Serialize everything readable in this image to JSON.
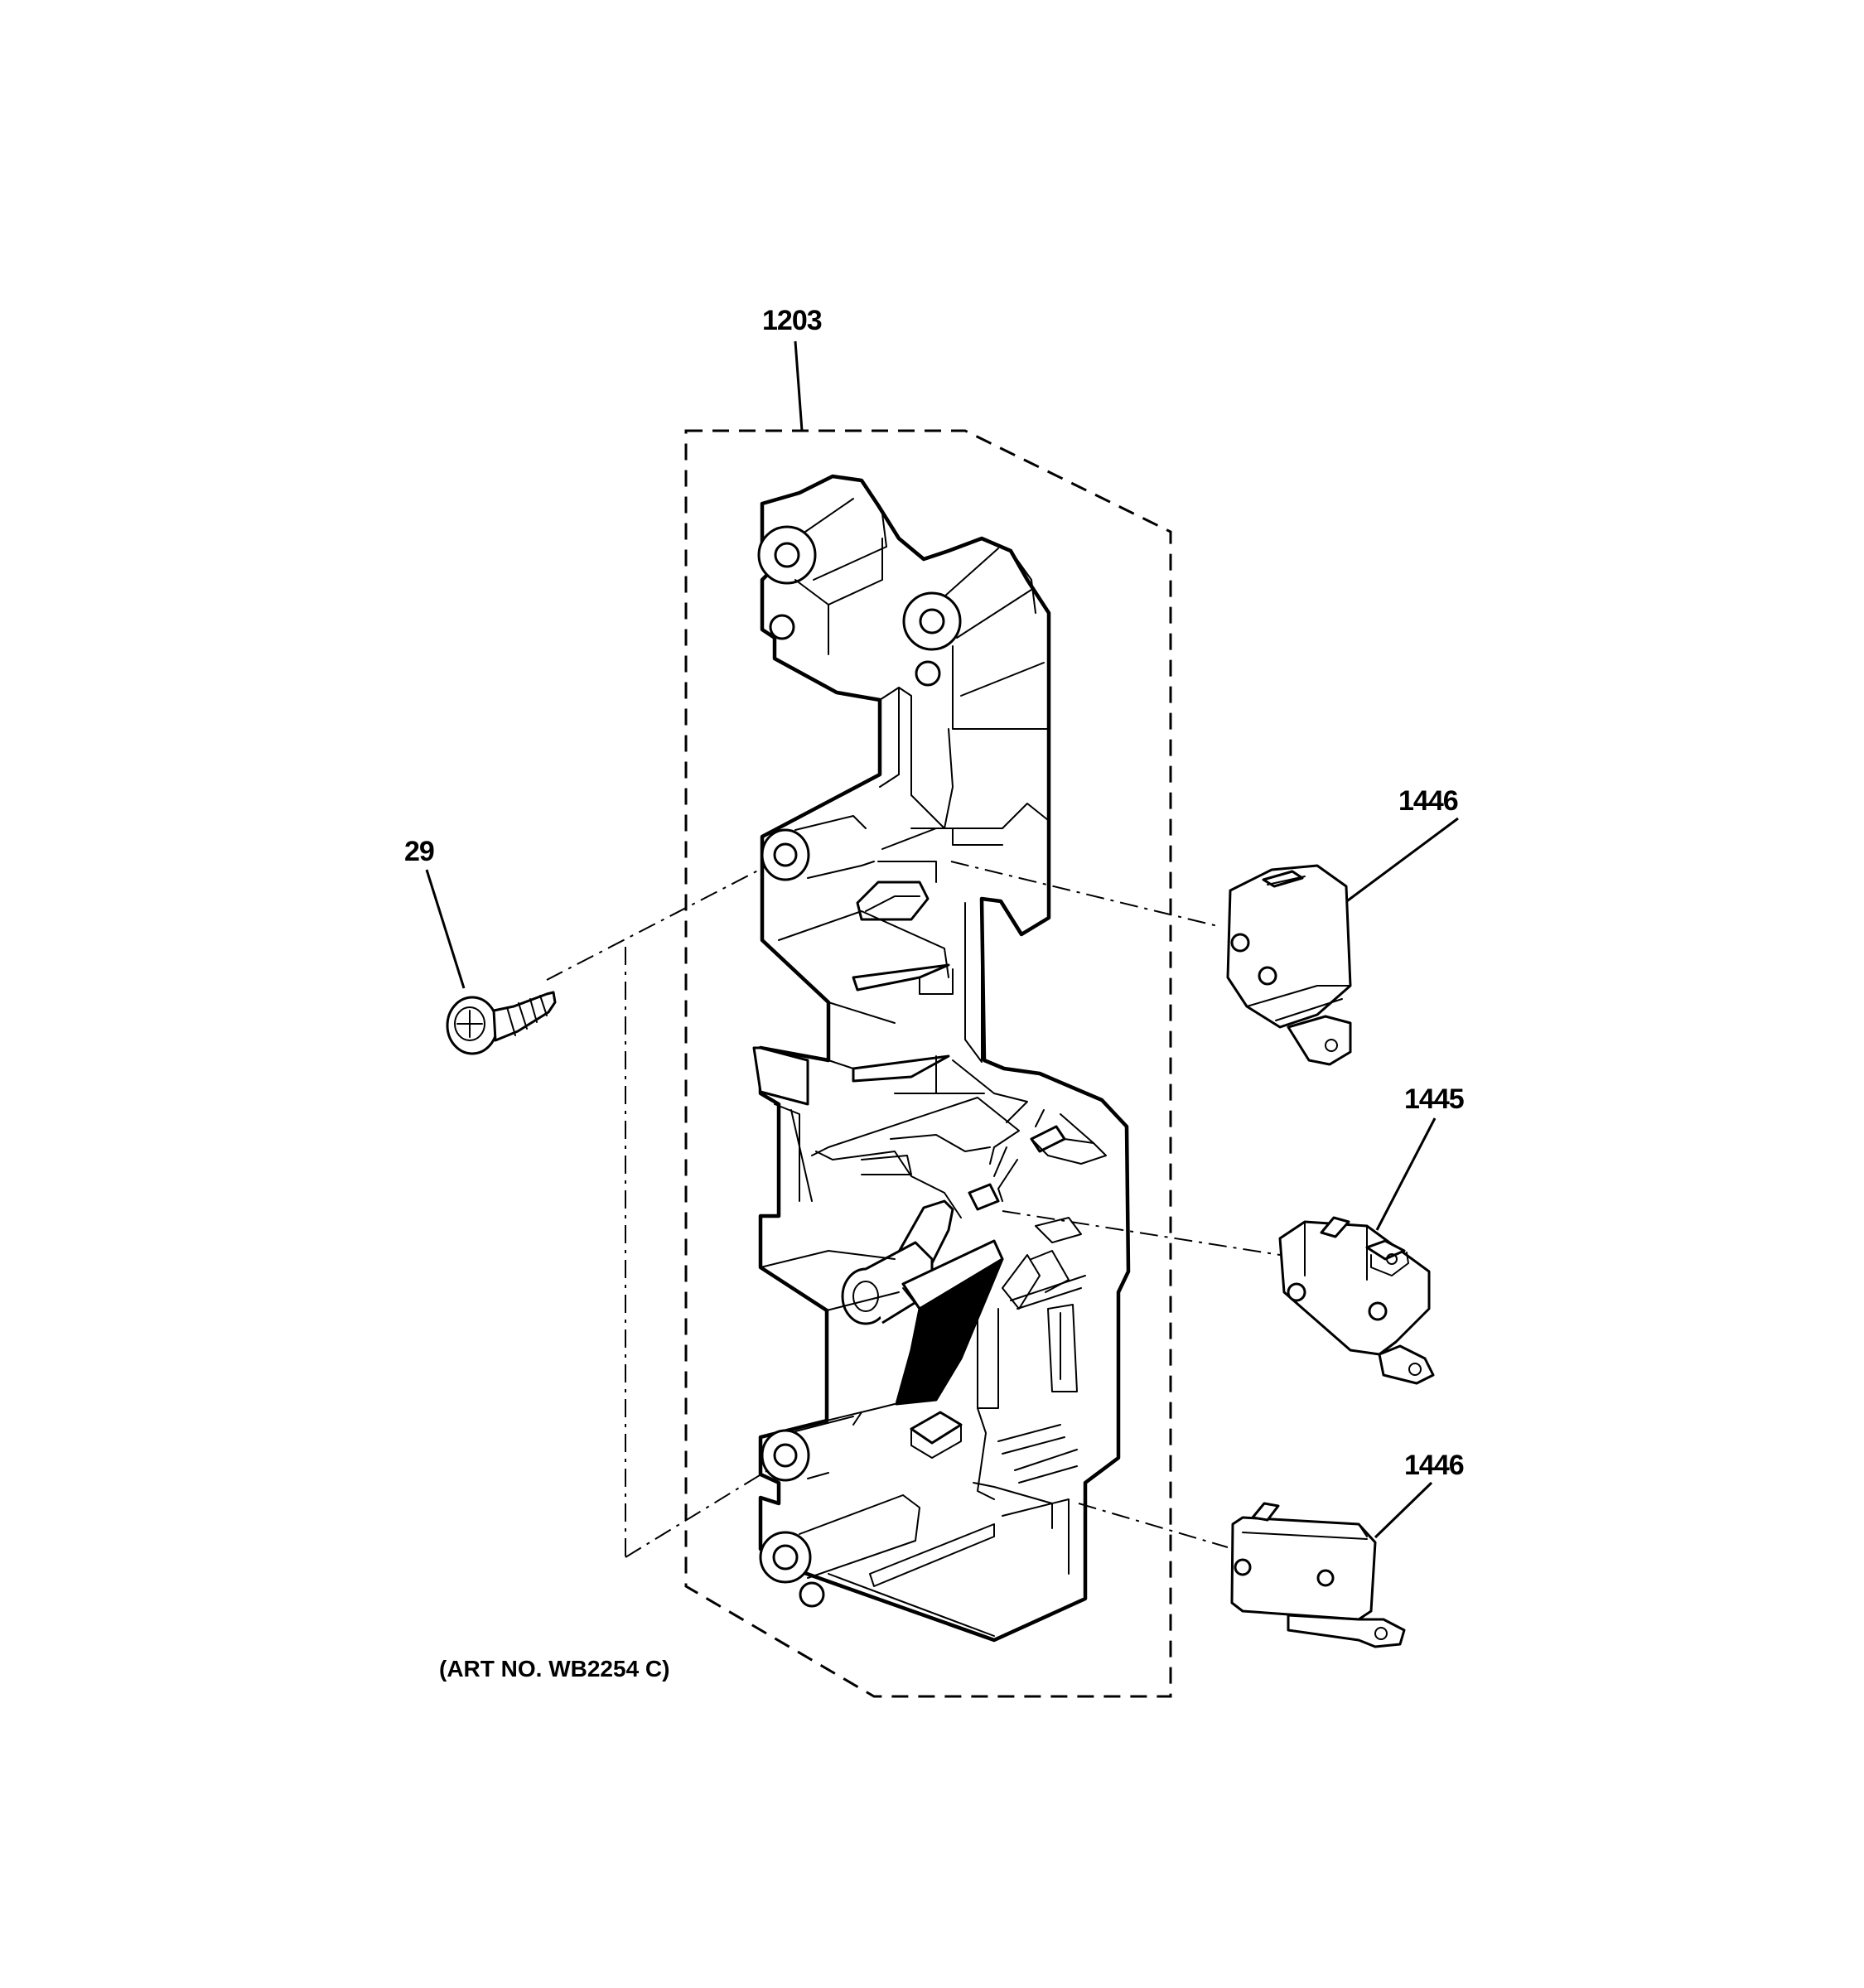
{
  "callouts": {
    "bracket": "1203",
    "screw": "29",
    "switch_top": "1446",
    "switch_middle": "1445",
    "switch_bottom": "1446"
  },
  "art_number": "(ART NO. WB2254 C)"
}
